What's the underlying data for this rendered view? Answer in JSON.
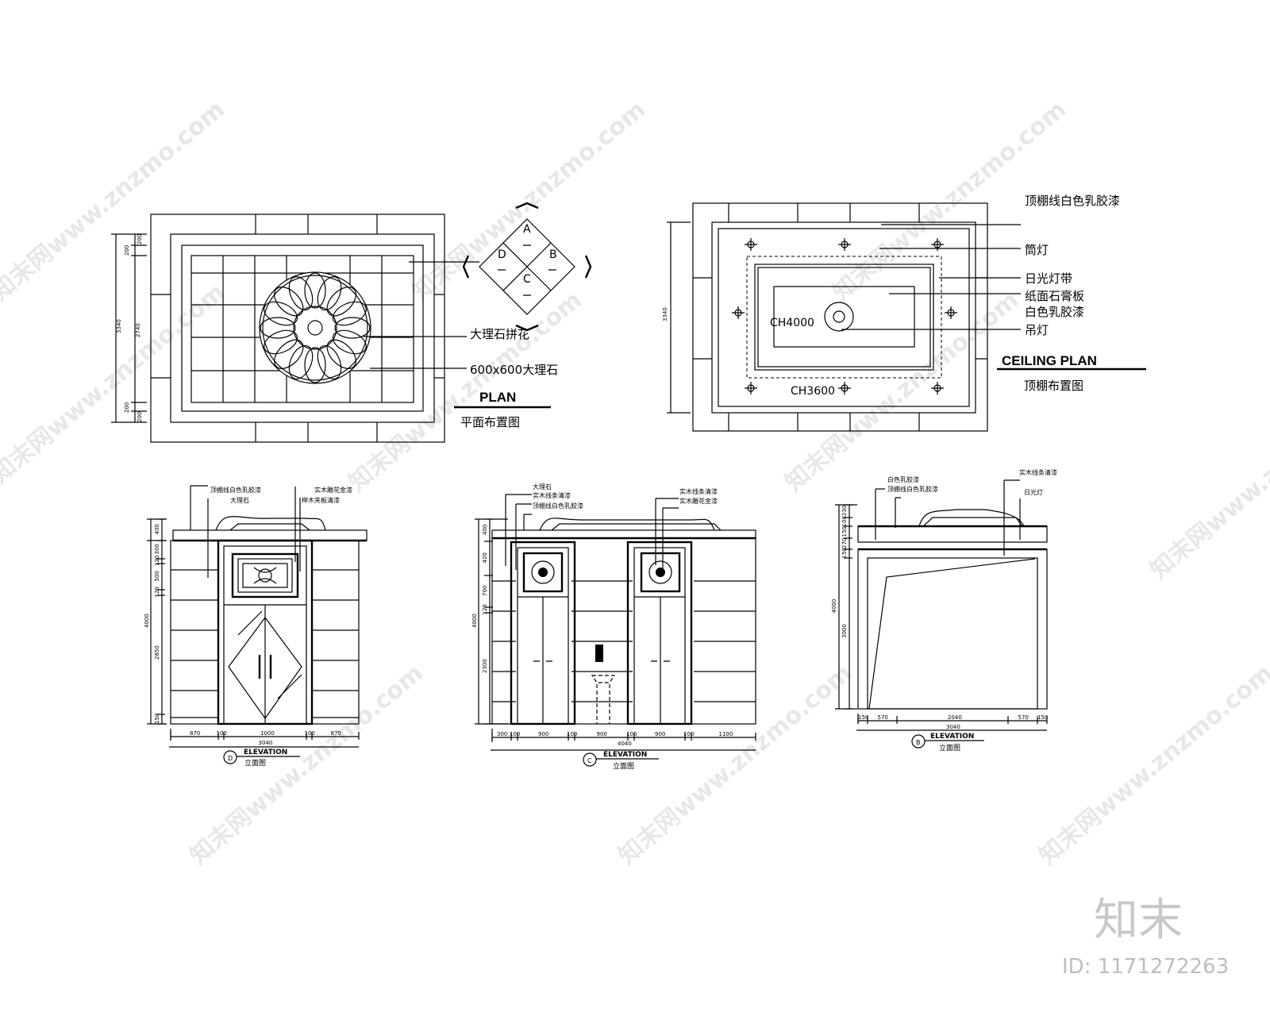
{
  "plan": {
    "title": "PLAN",
    "subtitle": "平面布置图",
    "labels": [
      "大理石拼花",
      "600x600大理石"
    ],
    "dims": [
      "3340",
      "200",
      "200",
      "2740",
      "200",
      "200"
    ],
    "legend_letters": [
      "A",
      "B",
      "C",
      "D"
    ]
  },
  "ceiling": {
    "title": "CEILING PLAN",
    "subtitle": "顶棚布置图",
    "labels": [
      "顶棚线白色乳胶漆",
      "筒灯",
      "日光灯带",
      "纸面石膏板",
      "白色乳胶漆",
      "吊灯"
    ],
    "heights": [
      "CH4000",
      "CH3600"
    ],
    "dim": "3340"
  },
  "elev_d": {
    "letter": "D",
    "title": "ELEVATION",
    "subtitle": "立面图",
    "labels": [
      "顶棚线白色乳胶漆",
      "大理石",
      "实木雕花金漆",
      "榉木夹板清漆"
    ],
    "vdims": [
      "400",
      "300",
      "120",
      "500",
      "120",
      "2850",
      "150",
      "4000"
    ],
    "hdims": [
      "870",
      "100",
      "1000",
      "100",
      "870",
      "3040"
    ]
  },
  "elev_c": {
    "letter": "C",
    "title": "ELEVATION",
    "subtitle": "立面图",
    "labels": [
      "大理石",
      "实木线条清漆",
      "顶棚线白色乳胶漆",
      "实木线条清漆",
      "实木雕花金漆"
    ],
    "vdims": [
      "400",
      "420",
      "700",
      "120",
      "2300",
      "4000"
    ],
    "hdims": [
      "300",
      "100",
      "900",
      "100",
      "900",
      "100",
      "900",
      "100",
      "1100",
      "4040"
    ]
  },
  "elev_b": {
    "letter": "B",
    "title": "ELEVATION",
    "subtitle": "立面图",
    "labels": [
      "白色乳胶漆",
      "顶棚线白色乳胶漆",
      "实木线条清漆",
      "日光灯"
    ],
    "vdims": [
      "230",
      "100",
      "150",
      "270",
      "150",
      "3000",
      "4000"
    ],
    "hdims": [
      "150",
      "570",
      "2040",
      "570",
      "150",
      "3040"
    ]
  },
  "watermark": {
    "text": "知末网www.znzmo.com",
    "logo": "知末",
    "id": "ID: 1171272263"
  }
}
